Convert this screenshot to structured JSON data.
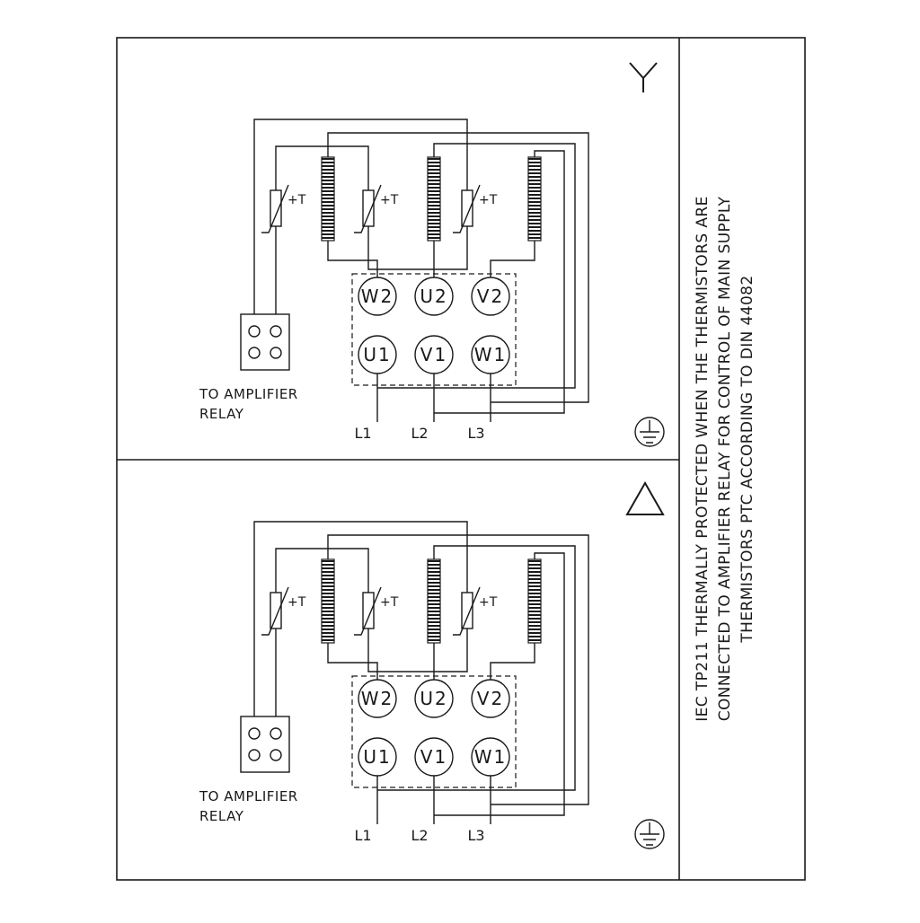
{
  "drawing": {
    "type": "motor-wiring-diagram",
    "background_color": "#ffffff",
    "line_color": "#1a1a1a"
  },
  "terminals": {
    "top": [
      "W2",
      "U2",
      "V2"
    ],
    "bottom": [
      "U1",
      "V1",
      "W1"
    ]
  },
  "supply": [
    "L1",
    "L2",
    "L3"
  ],
  "labels": {
    "thermistor": "+T",
    "relay_line1": "TO AMPLIFIER",
    "relay_line2": "RELAY"
  },
  "panels": [
    {
      "connection": "star"
    },
    {
      "connection": "delta"
    }
  ],
  "note": {
    "line1": "IEC TP211 THERMALLY PROTECTED WHEN THE THERMISTORS ARE",
    "line2": "CONNECTED TO AMPLIFIER RELAY FOR CONTROL OF MAIN SUPPLY",
    "line3": "THERMISTORS PTC ACCORDING TO DIN 44082"
  }
}
